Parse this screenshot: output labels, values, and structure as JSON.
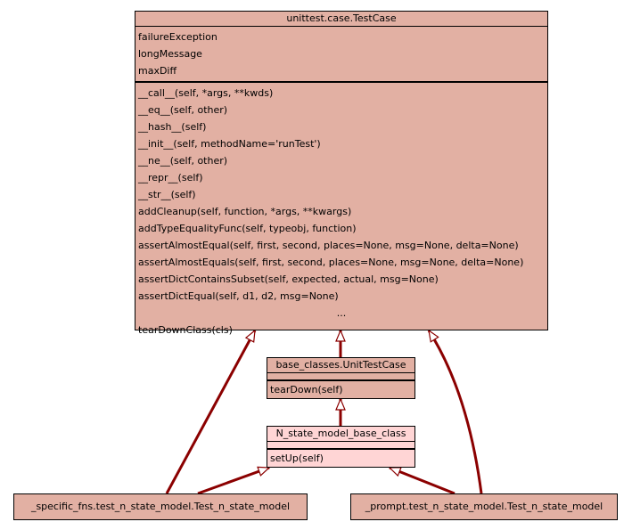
{
  "colors": {
    "class_fill": "#e2b0a3",
    "highlight_fill": "#ffd5d5",
    "edge": "#8b0000",
    "border": "#000000"
  },
  "classes": {
    "testcase": {
      "name": "unittest.case.TestCase",
      "attributes": [
        "failureException",
        "longMessage",
        "maxDiff"
      ],
      "methods": [
        "__call__(self, *args, **kwds)",
        "__eq__(self, other)",
        "__hash__(self)",
        "__init__(self, methodName='runTest')",
        "__ne__(self, other)",
        "__repr__(self)",
        "__str__(self)",
        "addCleanup(self, function, *args, **kwargs)",
        "addTypeEqualityFunc(self, typeobj, function)",
        "assertAlmostEqual(self, first, second, places=None, msg=None, delta=None)",
        "assertAlmostEquals(self, first, second, places=None, msg=None, delta=None)",
        "assertDictContainsSubset(self, expected, actual, msg=None)",
        "assertDictEqual(self, d1, d2, msg=None)"
      ],
      "ellipsis": "...",
      "last_method": "tearDownClass(cls)"
    },
    "unittestcase": {
      "name": "base_classes.UnitTestCase",
      "methods": [
        "tearDown(self)"
      ]
    },
    "nstate": {
      "name": "N_state_model_base_class",
      "methods": [
        "setUp(self)"
      ]
    },
    "specific": {
      "name": "_specific_fns.test_n_state_model.Test_n_state_model"
    },
    "prompt": {
      "name": "_prompt.test_n_state_model.Test_n_state_model"
    }
  },
  "edges": [
    {
      "from": "base_classes.UnitTestCase",
      "to": "unittest.case.TestCase",
      "type": "inheritance"
    },
    {
      "from": "N_state_model_base_class",
      "to": "base_classes.UnitTestCase",
      "type": "inheritance"
    },
    {
      "from": "_specific_fns.test_n_state_model.Test_n_state_model",
      "to": "unittest.case.TestCase",
      "type": "inheritance"
    },
    {
      "from": "_specific_fns.test_n_state_model.Test_n_state_model",
      "to": "N_state_model_base_class",
      "type": "inheritance"
    },
    {
      "from": "_prompt.test_n_state_model.Test_n_state_model",
      "to": "unittest.case.TestCase",
      "type": "inheritance"
    },
    {
      "from": "_prompt.test_n_state_model.Test_n_state_model",
      "to": "N_state_model_base_class",
      "type": "inheritance"
    }
  ]
}
